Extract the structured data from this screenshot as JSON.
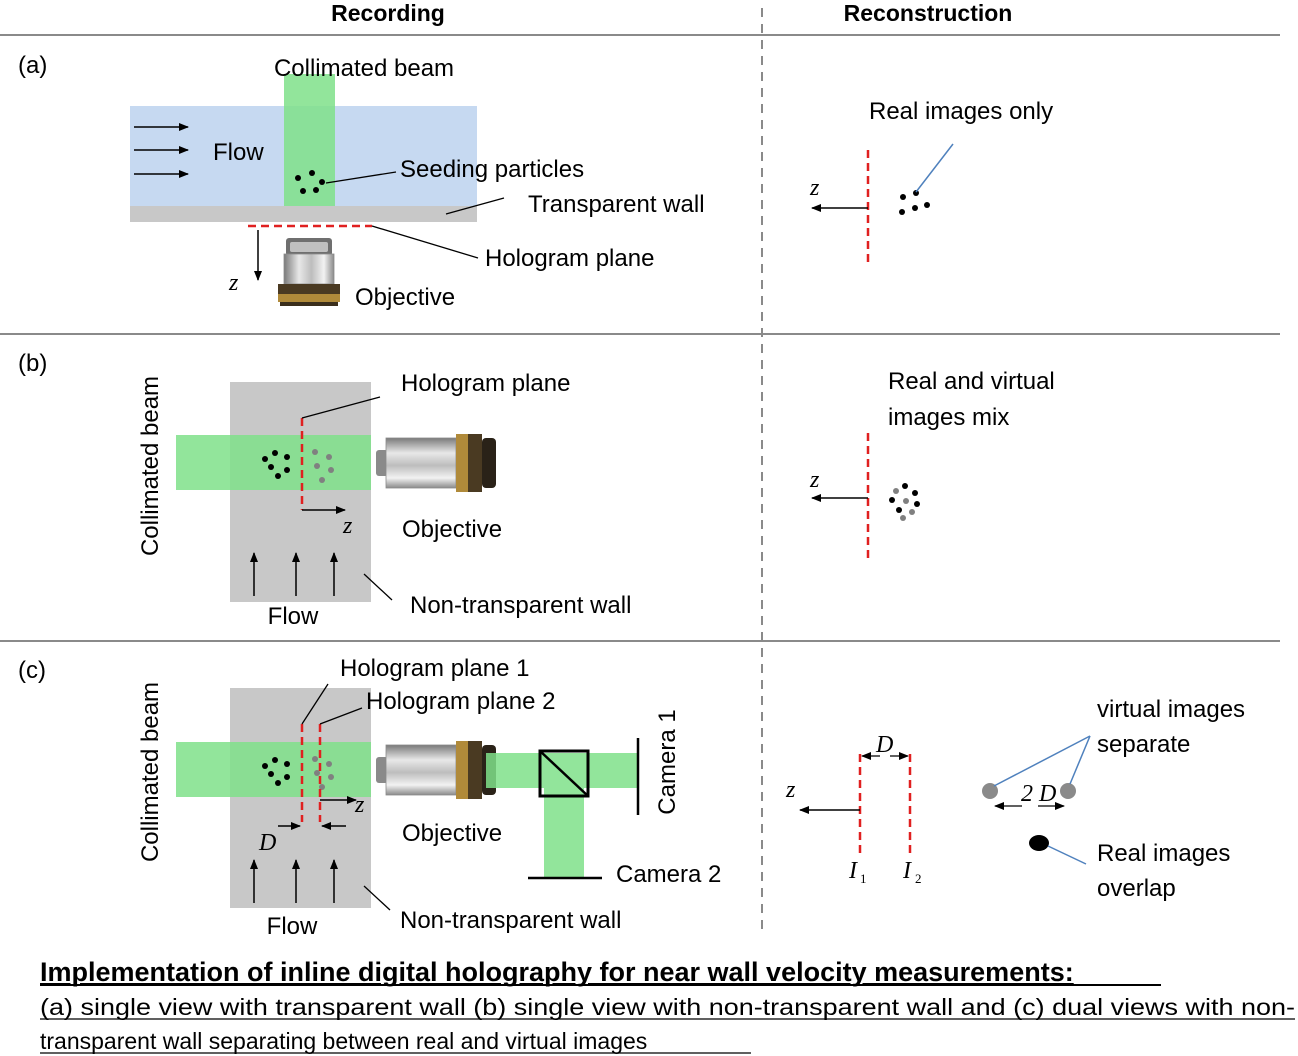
{
  "headers": {
    "recording": "Recording",
    "reconstruction": "Reconstruction"
  },
  "panels": {
    "a": {
      "tag": "(a)",
      "collimated_beam": "Collimated beam",
      "flow": "Flow",
      "seeding_particles": "Seeding particles",
      "transparent_wall": "Transparent wall",
      "hologram_plane": "Hologram plane",
      "objective": "Objective",
      "z": "z",
      "recon_label": "Real images only",
      "recon_z": "z"
    },
    "b": {
      "tag": "(b)",
      "collimated_beam": "Collimated beam",
      "hologram_plane": "Hologram plane",
      "objective": "Objective",
      "flow": "Flow",
      "wall": "Non-transparent wall",
      "z": "z",
      "recon_label_1": "Real and virtual",
      "recon_label_2": "images mix",
      "recon_z": "z"
    },
    "c": {
      "tag": "(c)",
      "collimated_beam": "Collimated beam",
      "hologram_plane_1": "Hologram plane 1",
      "hologram_plane_2": "Hologram plane 2",
      "objective": "Objective",
      "camera_1": "Camera 1",
      "camera_2": "Camera 2",
      "flow": "Flow",
      "wall": "Non-transparent wall",
      "z": "z",
      "d": "D",
      "recon_z": "z",
      "recon_d": "D",
      "i1": "I",
      "i1_sub": "1",
      "i2": "I",
      "i2_sub": "2",
      "two_d": "2 D",
      "virtual_1": "virtual images",
      "virtual_2": "separate",
      "real_1": "Real images",
      "real_2": "overlap"
    }
  },
  "caption": {
    "title": "Implementation of inline digital holography for near wall velocity measurements:",
    "line1": "(a) single view with transparent wall (b) single view with non-transparent wall and (c) dual views with non-",
    "line2": "transparent wall separating between real and virtual images"
  },
  "colors": {
    "flow_blue": "#c6d9f1",
    "beam_green": "#7fe08a",
    "wall_gray": "#c8c8c8",
    "hologram_red": "#e02020",
    "leader_blue": "#4f81bd"
  }
}
